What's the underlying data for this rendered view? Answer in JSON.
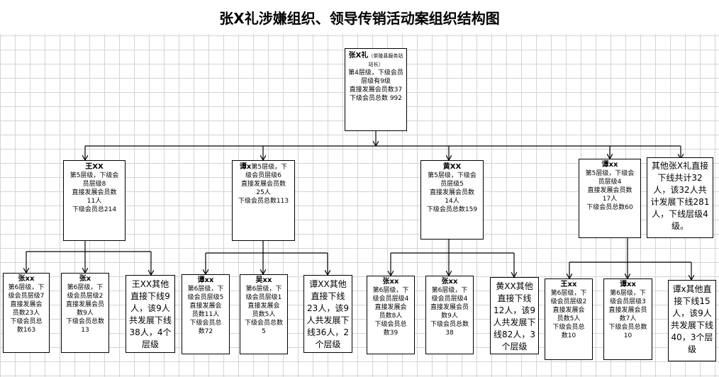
{
  "title": "张X礼涉嫌组织、领导传销活动案组织结构图",
  "root": {
    "name": "张X礼",
    "note": "（茶陵县服务站站长）",
    "lines": [
      "第4层级，下级会员",
      "层级有9级",
      "直接发展会员数37",
      "下级会员总数 992"
    ]
  },
  "level2": [
    {
      "name": "王XX",
      "lines": [
        "第5层级，下级会",
        "员层级8",
        "直接发展会员数",
        "11人",
        "下级会员总214"
      ]
    },
    {
      "name": "谭x",
      "lines": [
        "第5层级，下",
        "级会员层级6",
        "直接发展会员数",
        "25人",
        "下级会员总数113"
      ]
    },
    {
      "name": "黄XX",
      "lines": [
        "第5层级，下级会",
        "员层级5",
        "直接发展会员数",
        "14人",
        "下级会员总数159"
      ]
    },
    {
      "name": "谭xx",
      "lines": [
        "第5层级，下级会",
        "员层级4",
        "直接发展会员数",
        "17人",
        "下级会员总数60"
      ]
    }
  ],
  "other_root": "其他张X礼直接下线共计32人，该32人共计发展下线281人，下线层级4级。",
  "level3": [
    {
      "name": "张xx",
      "lines": [
        "第6层级，下",
        "级会员层级7",
        "直接发展会",
        "员数23人",
        "下级会员总",
        "数163"
      ]
    },
    {
      "name": "张x",
      "lines": [
        "第6层级，下",
        "级会员层级2",
        "直接发展会员",
        "数9人",
        "下级会员总数",
        "13"
      ]
    },
    {
      "other": "王XX其他直接下线9人，该9人共发展下线38人，4个层级"
    },
    {
      "name": "谭xx",
      "lines": [
        "第6层级，下",
        "级会员层级5",
        "直接发展会",
        "员数11人",
        "下级会员总",
        "数72"
      ]
    },
    {
      "name": "吴xx",
      "lines": [
        "第6层级，下",
        "级会员层级1",
        "直接发展会",
        "员数5人",
        "下级会员总数",
        "5"
      ]
    },
    {
      "other": "谭XX其他直接下线23人，该9人共发展下线36人，2个层级"
    },
    {
      "name": "张xx",
      "lines": [
        "第6层级，下",
        "级会员层级4",
        "直接发展会",
        "员数8人",
        "下级会员总",
        "数39"
      ]
    },
    {
      "name": "张xx",
      "lines": [
        "第6层级，下",
        "级会员层级4",
        "直接发展会员",
        "数9人",
        "下级会员总数",
        "38"
      ]
    },
    {
      "other": "黄XX其他直接下线12人，该9人共发展下线82人，3个层级"
    },
    {
      "name": "王xx",
      "lines": [
        "第6层级，下",
        "级会员层级2",
        "直接发展会",
        "员数5人",
        "下级会员总",
        "数10"
      ]
    },
    {
      "name": "谭xx",
      "lines": [
        "第6层级，下",
        "级会员层级3",
        "直接发展会员",
        "数7人",
        "下级会员总数",
        "10"
      ]
    },
    {
      "other": "谭x其他直接下线15人，该9人共发展下线40，3个层级"
    }
  ]
}
